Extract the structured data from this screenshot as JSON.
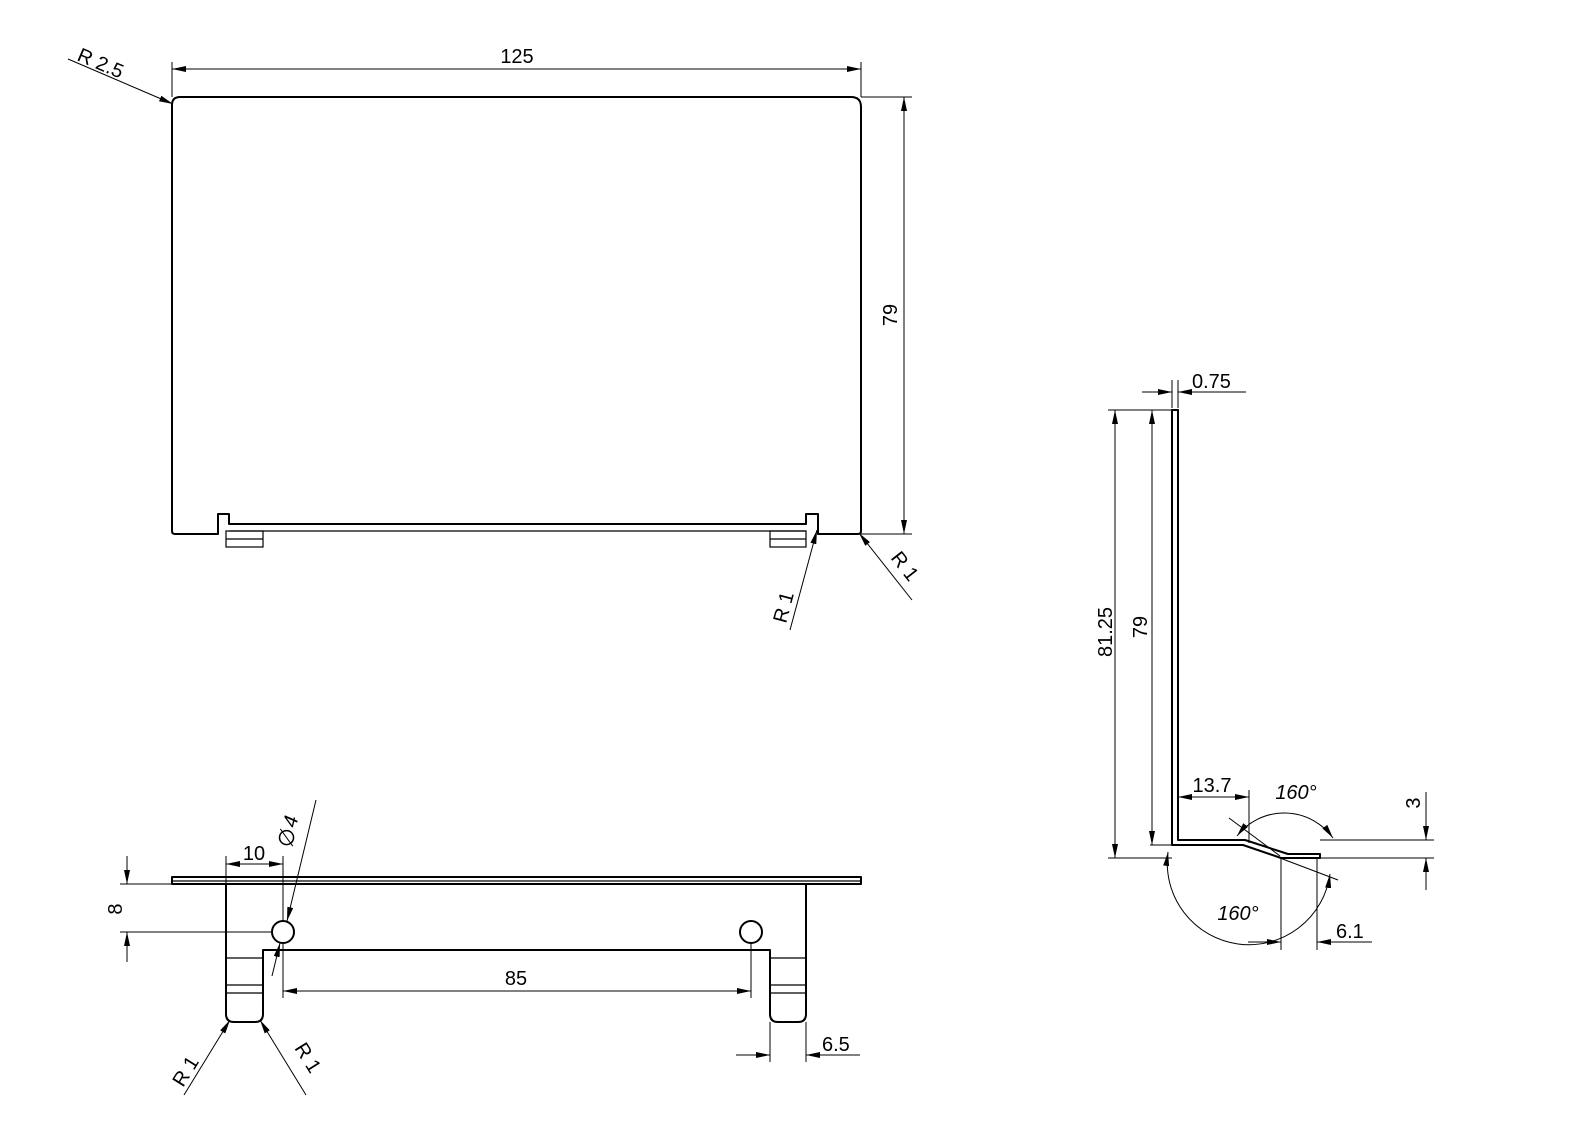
{
  "dimensions": {
    "front_width": "125",
    "front_height": "79",
    "front_corner_radius": "R 2.5",
    "front_tab_radius": "R 1",
    "front_corner_radius_br": "R 1",
    "bottom_hole_diameter": "4",
    "bottom_hole_offset": "10",
    "bottom_hole_depth": "8",
    "bottom_hole_spacing": "85",
    "bottom_tab_width": "6.5",
    "bottom_radius_left": "R 1",
    "bottom_radius_right": "R 1",
    "side_thickness": "0.75",
    "side_total_height": "81.25",
    "side_height": "79",
    "side_flange": "13.7",
    "side_angle_top": "160°",
    "side_angle_bottom": "160°",
    "side_drop": "3",
    "side_lip": "6.1"
  },
  "symbols": {
    "diameter": "diameter-symbol"
  }
}
